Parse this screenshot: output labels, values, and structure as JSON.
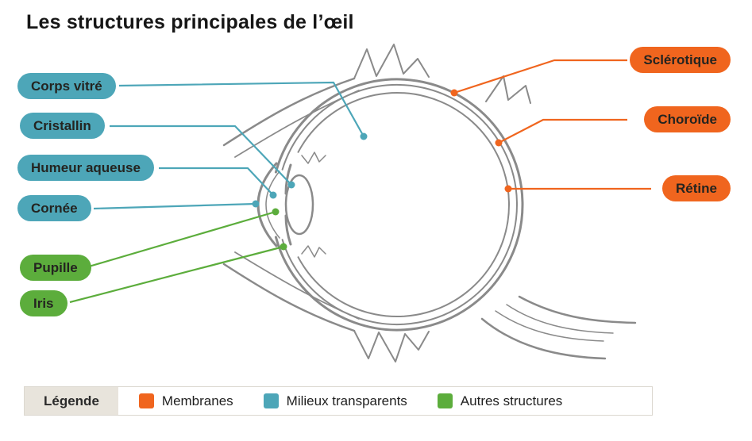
{
  "title": "Les structures principales de l’œil",
  "colors": {
    "teal": "#4da6b8",
    "green": "#5cad3c",
    "orange": "#f0651e",
    "outline_gray": "#8a8a8a",
    "legend_tab_bg": "#e8e4dc",
    "text_dark": "#242420"
  },
  "labels": {
    "corps_vitre": "Corps vitré",
    "cristallin": "Cristallin",
    "humeur_aqueuse": "Humeur aqueuse",
    "cornee": "Cornée",
    "pupille": "Pupille",
    "iris": "Iris",
    "sclerotique": "Sclérotique",
    "choroide": "Choroïde",
    "retine": "Rétine"
  },
  "legend": {
    "title": "Légende",
    "items": [
      {
        "label": "Membranes",
        "color": "#f0651e"
      },
      {
        "label": "Milieux transparents",
        "color": "#4da6b8"
      },
      {
        "label": "Autres structures",
        "color": "#5cad3c"
      }
    ]
  }
}
